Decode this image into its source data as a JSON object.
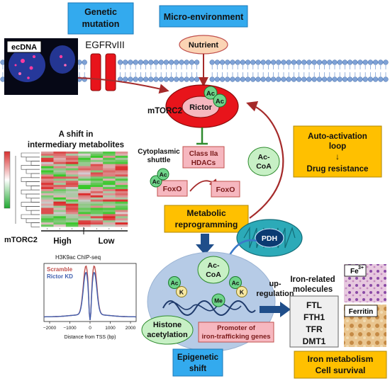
{
  "labels": {
    "genetic_mutation_l1": "Genetic",
    "genetic_mutation_l2": "mutation",
    "micro_environment": "Micro-environment",
    "ecdna": "ecDNA",
    "egfrviii": "EGFRvIII",
    "nutrient": "Nutrient",
    "mtorc2": "mTORC2",
    "rictor": "Rictor",
    "ac": "Ac",
    "k": "K",
    "me": "Me",
    "shift_title_l1": "A shift in",
    "shift_title_l2": "intermediary metabolites",
    "heatmap_mtorc2": "mTORC2",
    "high": "High",
    "low": "Low",
    "cytoplasmic_l1": "Cytoplasmic",
    "cytoplasmic_l2": "shuttle",
    "class_iia_l1": "Class IIa",
    "class_iia_l2": "HDACs",
    "foxo": "FoxO",
    "accoa_l1": "Ac-",
    "accoa_l2": "CoA",
    "auto_l1": "Auto-activation",
    "auto_l2": "loop",
    "auto_arrow": "↓",
    "auto_l3": "Drug resistance",
    "metabolic_l1": "Metabolic",
    "metabolic_l2": "reprogramming",
    "pdh": "PDH",
    "up_l1": "up-",
    "up_l2": "regulation",
    "iron_mol_l1": "Iron-related",
    "iron_mol_l2": "molecules",
    "fe3": "Fe",
    "fe3_sup": "3+",
    "ferritin": "Ferritin",
    "histone_l1": "Histone",
    "histone_l2": "acetylation",
    "promoter_l1": "Promoter of",
    "promoter_l2": "iron-trafficking genes",
    "epigenetic_l1": "Epigenetic",
    "epigenetic_l2": "shift",
    "iron_metab_l1": "Iron metabolism",
    "iron_metab_l2": "Cell survival",
    "iron_genes": [
      "FTL",
      "FTH1",
      "TFR",
      "DMT1"
    ],
    "chip_title": "H3K9ac ChIP-seq",
    "chip_legend": [
      "Scramble",
      "Rictor KD"
    ],
    "chip_xlabel": "Distance from TSS (bp)",
    "chip_xticks": [
      "−2000",
      "−1000",
      "0",
      "1000",
      "2000"
    ]
  },
  "colors": {
    "blue_box": "#33aaee",
    "orange_box": "#ffc000",
    "red": "#e8141b",
    "pink_fill": "#f6b7bf",
    "green_fill": "#c7f0c5",
    "green_circle": "#6fd48a",
    "pdh_fill": "#2caab8",
    "membrane": "#7fa2d6",
    "nucleus": "#b6cbe6",
    "dark_red": "#a52a2a",
    "scramble": "#c0504d",
    "rictor_kd": "#4060b0"
  }
}
